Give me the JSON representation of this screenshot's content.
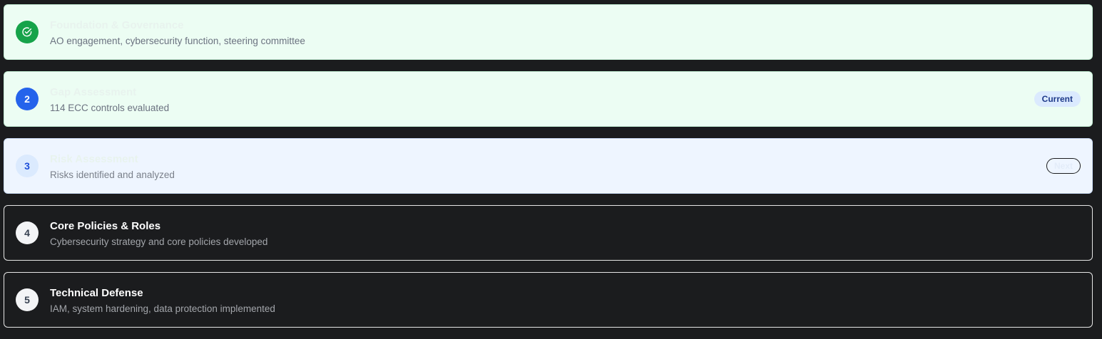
{
  "steps": [
    {
      "status": "done",
      "badge": "",
      "icon": "check-circle-icon",
      "title": "Foundation & Governance",
      "subtitle": "AO engagement, cybersecurity function, steering committee"
    },
    {
      "status": "current",
      "badge": "2",
      "title": "Gap Assessment",
      "subtitle": "114 ECC controls evaluated",
      "tag": "Current"
    },
    {
      "status": "next",
      "badge": "3",
      "title": "Risk Assessment",
      "subtitle": "Risks identified and analyzed",
      "tag": "Next"
    },
    {
      "status": "upcoming",
      "badge": "4",
      "title": "Core Policies & Roles",
      "subtitle": "Cybersecurity strategy and core policies developed"
    },
    {
      "status": "upcoming",
      "badge": "5",
      "title": "Technical Defense",
      "subtitle": "IAM, system hardening, data protection implemented"
    }
  ],
  "colors": {
    "page_background": "#1b1c1e",
    "done_green": "#16a34a",
    "current_blue": "#2563eb",
    "current_tag_background": "#dbeafe",
    "current_tag_text": "#1e3a8a"
  }
}
